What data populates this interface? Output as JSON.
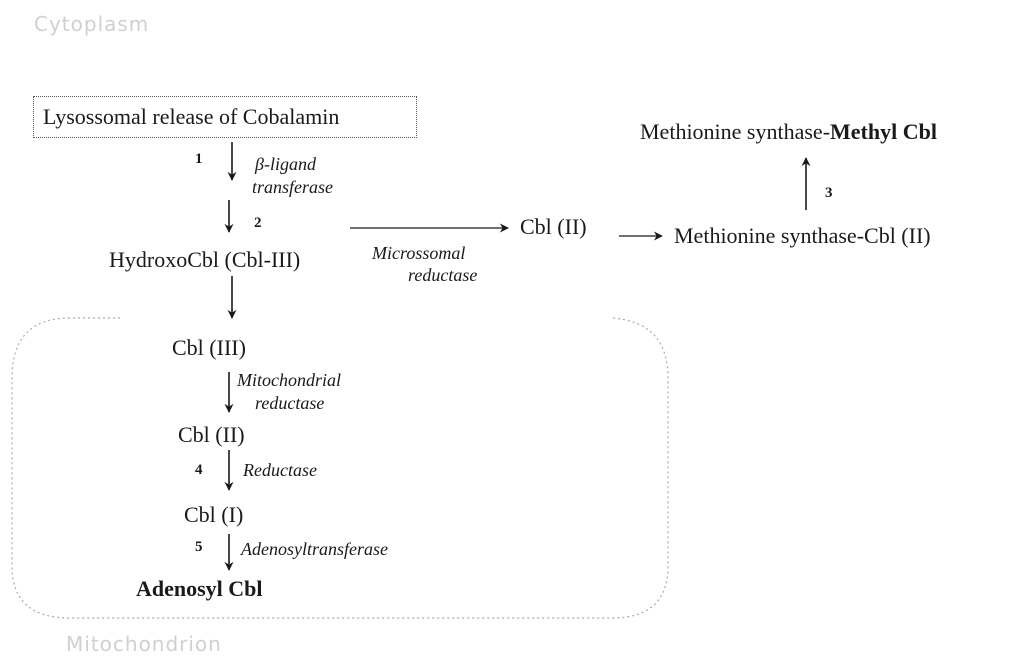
{
  "compartments": {
    "cytoplasm": "Cytoplasm",
    "mitochondrion": "Mitochondrion"
  },
  "molecules": {
    "lysosomal_release": "Lysossomal release of Cobalamin",
    "hydroxocbl": "HydroxoCbl (Cbl-III)",
    "cbl_ii_cyto": "Cbl (II)",
    "ms_cbl_ii": "Methionine synthase-Cbl (II)",
    "ms_methyl_prefix": "Methionine synthase-",
    "ms_methyl_bold": "Methyl Cbl",
    "cbl_iii_mito": "Cbl (III)",
    "cbl_ii_mito": "Cbl (II)",
    "cbl_i": "Cbl (I)",
    "adenosyl_cbl": "Adenosyl Cbl"
  },
  "enzymes": {
    "beta_ligand_1": "β-ligand",
    "beta_ligand_2": "transferase",
    "microsomal_1": "Microssomal",
    "microsomal_2": "reductase",
    "mito_reductase_1": "Mitochondrial",
    "mito_reductase_2": "reductase",
    "reductase": "Reductase",
    "adenosyltransferase": "Adenosyltransferase"
  },
  "steps": {
    "s1": "1",
    "s2": "2",
    "s3": "3",
    "s4": "4",
    "s5": "5"
  }
}
